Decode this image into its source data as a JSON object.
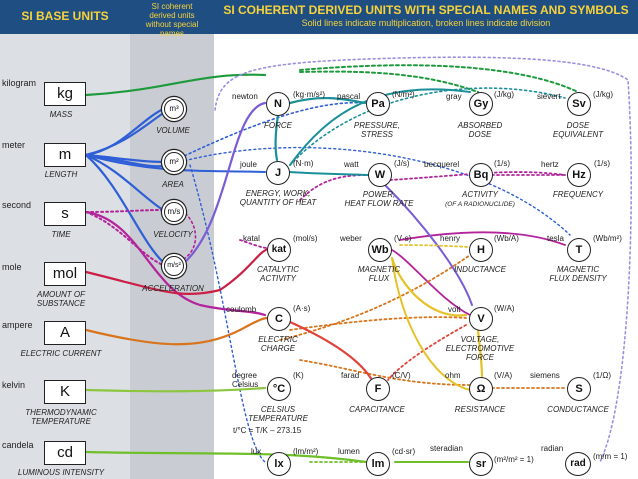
{
  "header": {
    "base_title": "SI BASE UNITS",
    "mid_title_lines": [
      "SI coherent",
      "derived units",
      "without special",
      "names"
    ],
    "derived_title": "SI COHERENT DERIVED UNITS WITH SPECIAL NAMES AND SYMBOLS",
    "derived_subtitle": "Solid lines indicate multiplication, broken lines indicate division"
  },
  "base_units": [
    {
      "name": "kilogram",
      "symbol": "kg",
      "quantity": "MASS"
    },
    {
      "name": "meter",
      "symbol": "m",
      "quantity": "LENGTH"
    },
    {
      "name": "second",
      "symbol": "s",
      "quantity": "TIME"
    },
    {
      "name": "mole",
      "symbol": "mol",
      "quantity_lines": [
        "AMOUNT OF",
        "SUBSTANCE"
      ]
    },
    {
      "name": "ampere",
      "symbol": "A",
      "quantity": "ELECTRIC CURRENT"
    },
    {
      "name": "kelvin",
      "symbol": "K",
      "quantity_lines": [
        "THERMODYNAMIC",
        "TEMPERATURE"
      ]
    },
    {
      "name": "candela",
      "symbol": "cd",
      "quantity": "LUMINOUS INTENSITY"
    }
  ],
  "mid_units": [
    {
      "symbol": "m³",
      "quantity": "VOLUME"
    },
    {
      "symbol": "m²",
      "quantity": "AREA"
    },
    {
      "symbol": "m/s",
      "quantity": "VELOCITY"
    },
    {
      "symbol": "m/s²",
      "quantity": "ACCELERATION"
    }
  ],
  "derived_units": [
    {
      "key": "N",
      "name": "newton",
      "symbol": "N",
      "expr": "(kg·m/s²)",
      "quantity": [
        "FORCE"
      ]
    },
    {
      "key": "Pa",
      "name": "pascal",
      "symbol": "Pa",
      "expr": "(N/m²)",
      "quantity": [
        "PRESSURE,",
        "STRESS"
      ]
    },
    {
      "key": "Gy",
      "name": "gray",
      "symbol": "Gy",
      "expr": "(J/kg)",
      "quantity": [
        "ABSORBED",
        "DOSE"
      ]
    },
    {
      "key": "Sv",
      "name": "sievert",
      "symbol": "Sv",
      "expr": "(J/kg)",
      "quantity": [
        "DOSE",
        "EQUIVALENT"
      ]
    },
    {
      "key": "J",
      "name": "joule",
      "symbol": "J",
      "expr": "(N·m)",
      "quantity": [
        "ENERGY, WORK,",
        "QUANTITY OF HEAT"
      ]
    },
    {
      "key": "W",
      "name": "watt",
      "symbol": "W",
      "expr": "(J/s)",
      "quantity": [
        "POWER,",
        "HEAT FLOW RATE"
      ]
    },
    {
      "key": "Bq",
      "name": "becquerel",
      "symbol": "Bq",
      "expr": "(1/s)",
      "quantity": [
        "ACTIVITY"
      ],
      "quantity_small": "(OF A RADIONUCLIDE)"
    },
    {
      "key": "Hz",
      "name": "hertz",
      "symbol": "Hz",
      "expr": "(1/s)",
      "quantity": [
        "FREQUENCY"
      ]
    },
    {
      "key": "kat",
      "name": "katal",
      "symbol": "kat",
      "expr": "(mol/s)",
      "quantity": [
        "CATALYTIC",
        "ACTIVITY"
      ]
    },
    {
      "key": "Wb",
      "name": "weber",
      "symbol": "Wb",
      "expr": "(V·s)",
      "quantity": [
        "MAGNETIC",
        "FLUX"
      ]
    },
    {
      "key": "H",
      "name": "henry",
      "symbol": "H",
      "expr": "(Wb/A)",
      "quantity": [
        "INDUCTANCE"
      ]
    },
    {
      "key": "T",
      "name": "tesla",
      "symbol": "T",
      "expr": "(Wb/m²)",
      "quantity": [
        "MAGNETIC",
        "FLUX DENSITY"
      ]
    },
    {
      "key": "C",
      "name": "coulomb",
      "symbol": "C",
      "expr": "(A·s)",
      "quantity": [
        "ELECTRIC",
        "CHARGE"
      ]
    },
    {
      "key": "V",
      "name": "volt",
      "symbol": "V",
      "expr": "(W/A)",
      "quantity": [
        "VOLTAGE,",
        "ELECTROMOTIVE",
        "FORCE"
      ]
    },
    {
      "key": "degC",
      "name_lines": [
        "degree",
        "Celsius"
      ],
      "symbol": "°C",
      "expr": "(K)",
      "quantity": [
        "CELSIUS",
        "TEMPERATURE"
      ],
      "formula": "t/°C = T/K – 273.15"
    },
    {
      "key": "F",
      "name": "farad",
      "symbol": "F",
      "expr": "(C/V)",
      "quantity": [
        "CAPACITANCE"
      ]
    },
    {
      "key": "ohm",
      "name": "ohm",
      "symbol": "Ω",
      "expr": "(V/A)",
      "quantity": [
        "RESISTANCE"
      ]
    },
    {
      "key": "S",
      "name": "siemens",
      "symbol": "S",
      "expr": "(1/Ω)",
      "quantity": [
        "CONDUCTANCE"
      ]
    },
    {
      "key": "lx",
      "name": "lux",
      "symbol": "lx",
      "expr": "(lm/m²)",
      "quantity": []
    },
    {
      "key": "lm",
      "name": "lumen",
      "symbol": "lm",
      "expr": "(cd·sr)",
      "quantity": []
    },
    {
      "key": "sr",
      "name": "steradian",
      "symbol": "sr",
      "expr": "(m²/m² = 1)",
      "quantity": []
    },
    {
      "key": "rad",
      "name": "radian",
      "symbol": "rad",
      "expr": "(m/m = 1)",
      "quantity": []
    }
  ],
  "colors": {
    "header_bg": "#1f4e82",
    "header_text": "#f6d33b",
    "mass": "#1d9a3c",
    "length": "#2f5fd6",
    "time": "#b3239b",
    "mole": "#cc1f45",
    "current": "#d9741c",
    "kelvin": "#8cc63f",
    "candela": "#6fbf2a",
    "teal": "#1a8f99",
    "purple": "#7a5cd6",
    "red": "#e0433a",
    "yellow": "#e6c229"
  }
}
